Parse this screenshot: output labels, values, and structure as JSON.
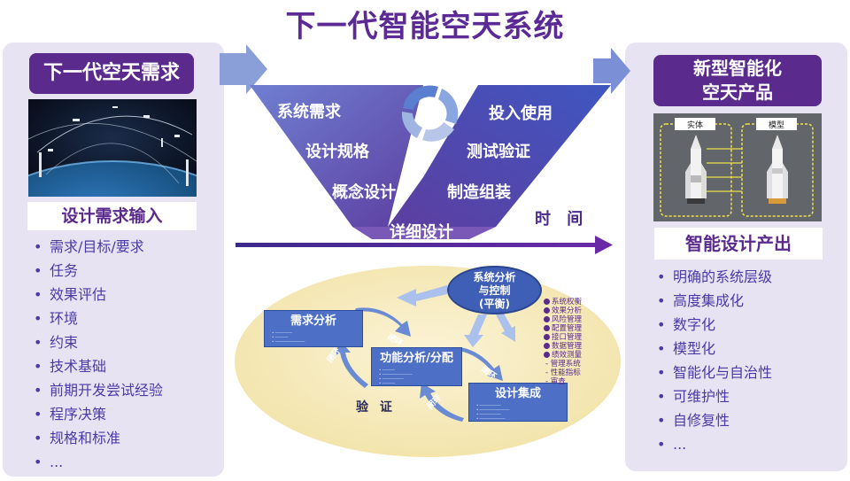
{
  "title": "下一代智能空天系统",
  "left": {
    "header": "下一代空天需求",
    "subheader": "设计需求输入",
    "items": [
      "需求/目标/要求",
      "任务",
      "效果评估",
      "环境",
      "约束",
      "技术基础",
      "前期开发尝试经验",
      "程序决策",
      "规格和标准",
      "..."
    ]
  },
  "right": {
    "header_line1": "新型智能化",
    "header_line2": "空天产品",
    "tag_physical": "实体",
    "tag_model": "模型",
    "subheader": "智能设计产出",
    "items": [
      "明确的系统层级",
      "高度集成化",
      "数字化",
      "模型化",
      "智能化与自治性",
      "可维护性",
      "自修复性",
      "..."
    ]
  },
  "vee": {
    "left": [
      "系统需求",
      "设计规格",
      "概念设计"
    ],
    "bottom": "详细设计",
    "right": [
      "投入使用",
      "测试验证",
      "制造组装"
    ],
    "time": "时 间"
  },
  "process": {
    "system_line1": "系统分析",
    "system_line2": "与控制",
    "system_line3": "(平衡)",
    "req": "需求分析",
    "func": "功能分析/分配",
    "design": "设计集成",
    "loop": "闭环",
    "verify": "验 证",
    "mgmt": [
      "系统权衡",
      "效果分析",
      "风险管理",
      "配置管理",
      "接口管理",
      "数据管理",
      "绩效测量"
    ],
    "mgmt_sub": [
      "- 管理系统",
      "- 性能指标",
      "- 审查"
    ]
  },
  "colors": {
    "purple": "#5a2a8d",
    "vee_light": "#7d93d6",
    "vee_dark": "#5e4aa8",
    "oval": "#f6e9b8",
    "box": "#4d6fc6"
  }
}
